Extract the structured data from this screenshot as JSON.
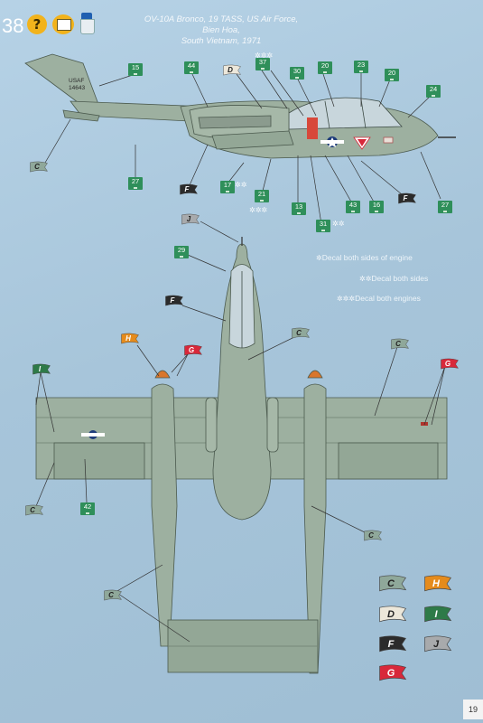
{
  "header": {
    "step_number": "38",
    "title_line1": "OV-10A Bronco, 19 TASS, US Air Force, Bien Hoa,",
    "title_line2": "South Vietnam, 1971",
    "page_number": "19"
  },
  "icons": {
    "help": "question-mark-icon",
    "decal": "decal-sheet-icon",
    "paint": "paint-jar-icon"
  },
  "notes": {
    "one_star": "Decal both sides of engine",
    "two_star": "Decal both sides",
    "three_star": "Decal both engines"
  },
  "serial": {
    "line1": "USAF",
    "line2": "14643"
  },
  "colors": {
    "background": "#a9c7dc",
    "aircraft": "#9db0a0",
    "decal_green": "#2f8f5a",
    "C": "#8fa89a",
    "D": "#ece7da",
    "F": "#2b2b2b",
    "G": "#d8283a",
    "H": "#e58b1c",
    "I": "#2e7a48",
    "J": "#a8aaac"
  },
  "side_decals": [
    {
      "label": "15"
    },
    {
      "label": "44"
    },
    {
      "label": "37"
    },
    {
      "label": "30"
    },
    {
      "label": "20"
    },
    {
      "label": "23"
    },
    {
      "label": "20"
    },
    {
      "label": "24"
    },
    {
      "label": "27"
    },
    {
      "label": "17"
    },
    {
      "label": "21"
    },
    {
      "label": "13"
    },
    {
      "label": "31"
    },
    {
      "label": "43"
    },
    {
      "label": "16"
    },
    {
      "label": "27"
    },
    {
      "label": "29"
    },
    {
      "label": "42"
    }
  ],
  "side_flags": [
    {
      "label": "C"
    },
    {
      "label": "D"
    },
    {
      "label": "F"
    },
    {
      "label": "F"
    },
    {
      "label": "J"
    },
    {
      "label": "F"
    },
    {
      "label": "H"
    },
    {
      "label": "G"
    },
    {
      "label": "I"
    },
    {
      "label": "C"
    },
    {
      "label": "C"
    },
    {
      "label": "G"
    },
    {
      "label": "C"
    },
    {
      "label": "C"
    },
    {
      "label": "C"
    },
    {
      "label": "C"
    }
  ],
  "legend": [
    {
      "label": "C"
    },
    {
      "label": "H"
    },
    {
      "label": "D"
    },
    {
      "label": "I"
    },
    {
      "label": "F"
    },
    {
      "label": "J"
    },
    {
      "label": "G"
    }
  ]
}
